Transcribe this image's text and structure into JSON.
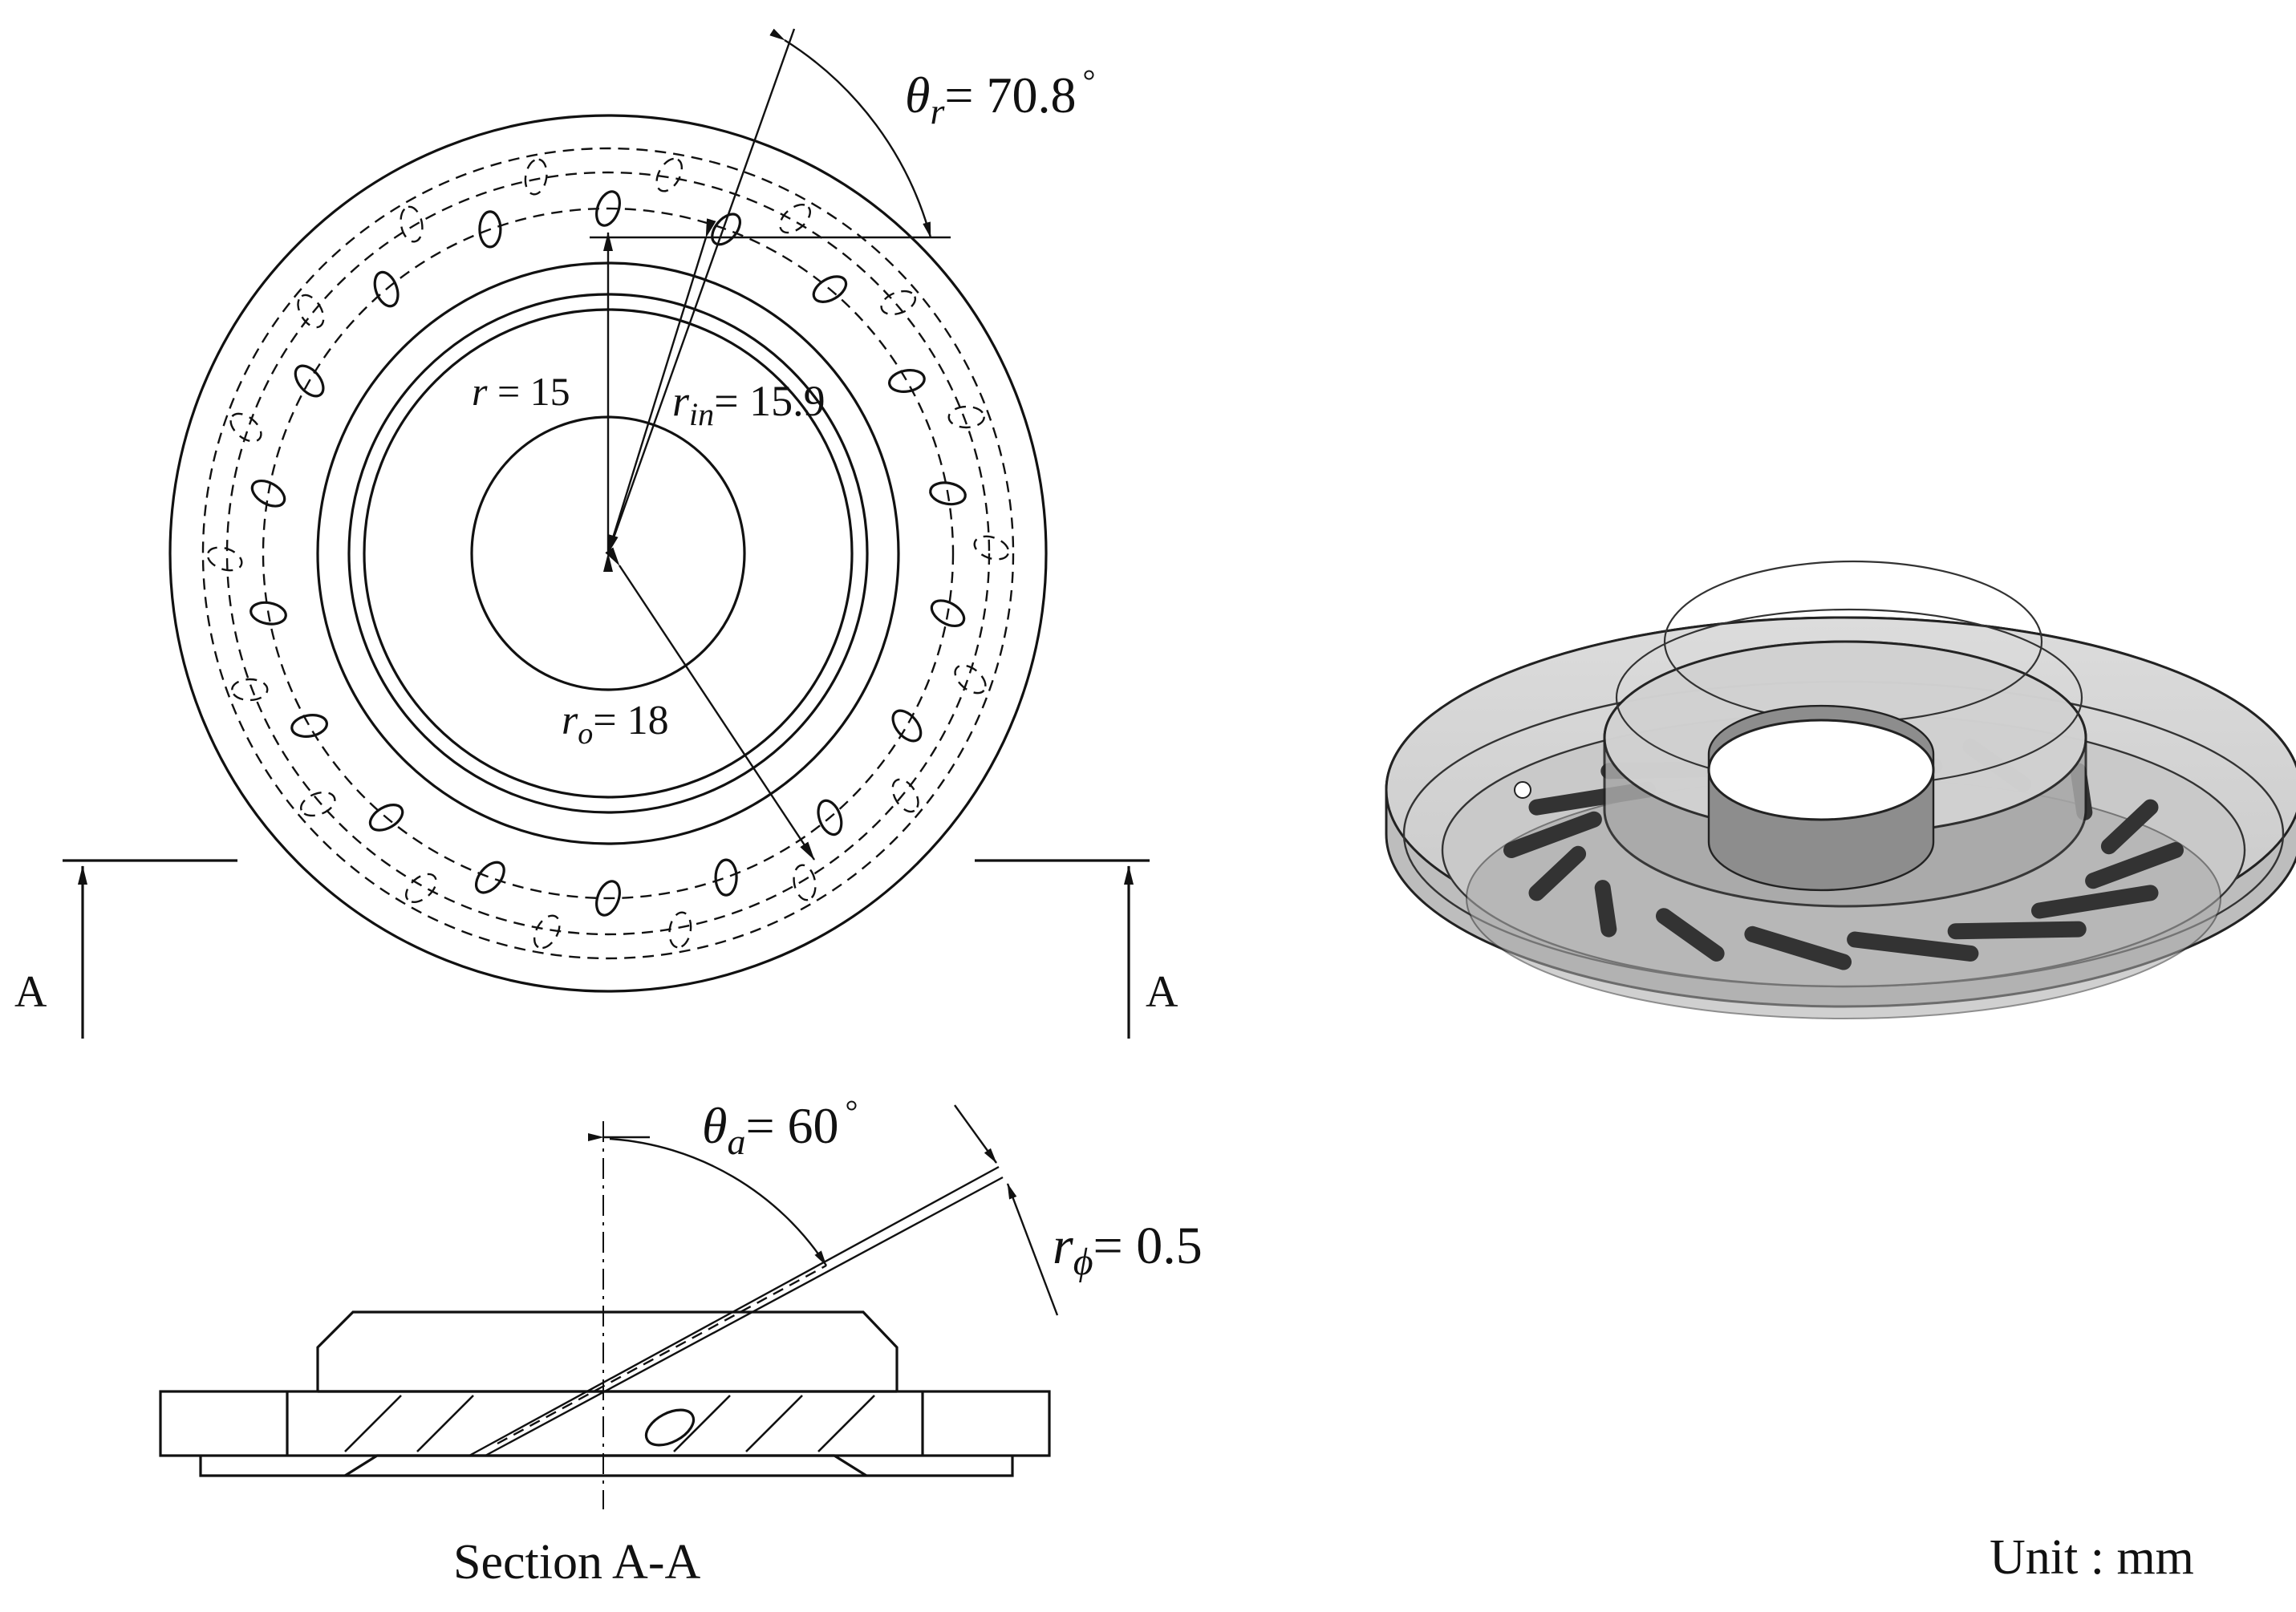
{
  "figure": {
    "top_view": {
      "theta_r": {
        "symbol": "θ",
        "sub": "r",
        "value": "= 70.8",
        "unit": "°"
      },
      "r": {
        "symbol": "r",
        "value": " = 15"
      },
      "r_in": {
        "symbol": "r",
        "sub": "in",
        "value": "= 15.9"
      },
      "r_o": {
        "symbol": "r",
        "sub": "o",
        "value": "= 18"
      },
      "section_marker_left": "A",
      "section_marker_right": "A"
    },
    "section_view": {
      "theta_a": {
        "symbol": "θ",
        "sub": "a",
        "value": "= 60",
        "unit": "°"
      },
      "r_phi": {
        "symbol": "r",
        "sub": "ϕ",
        "value": "= 0.5"
      },
      "caption": "Section A-A"
    },
    "unit_note": "Unit : mm"
  }
}
